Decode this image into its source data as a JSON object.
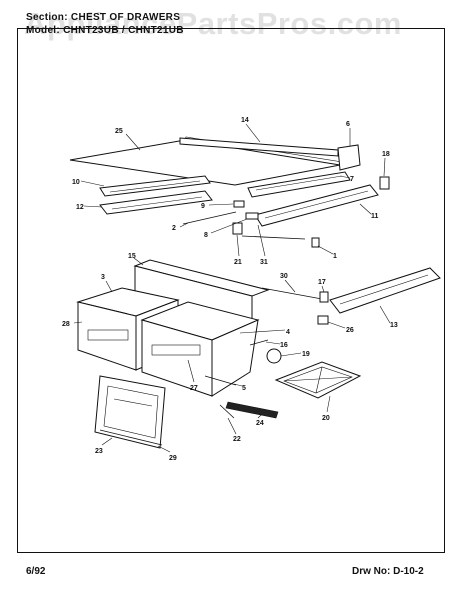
{
  "header": {
    "section_line": "Section: CHEST OF DRAWERS",
    "model_line": "Model: CHNT23UB / CHNT21UB"
  },
  "watermark": "AppliancePartsPros.com",
  "footer": {
    "date": "6/92",
    "drawing_number": "Drw No: D-10-2"
  },
  "callouts": [
    "25",
    "14",
    "6",
    "18",
    "10",
    "7",
    "12",
    "9",
    "11",
    "2",
    "8",
    "21",
    "31",
    "1",
    "15",
    "30",
    "17",
    "3",
    "28",
    "13",
    "26",
    "4",
    "16",
    "19",
    "27",
    "5",
    "20",
    "22",
    "24",
    "23",
    "29"
  ]
}
